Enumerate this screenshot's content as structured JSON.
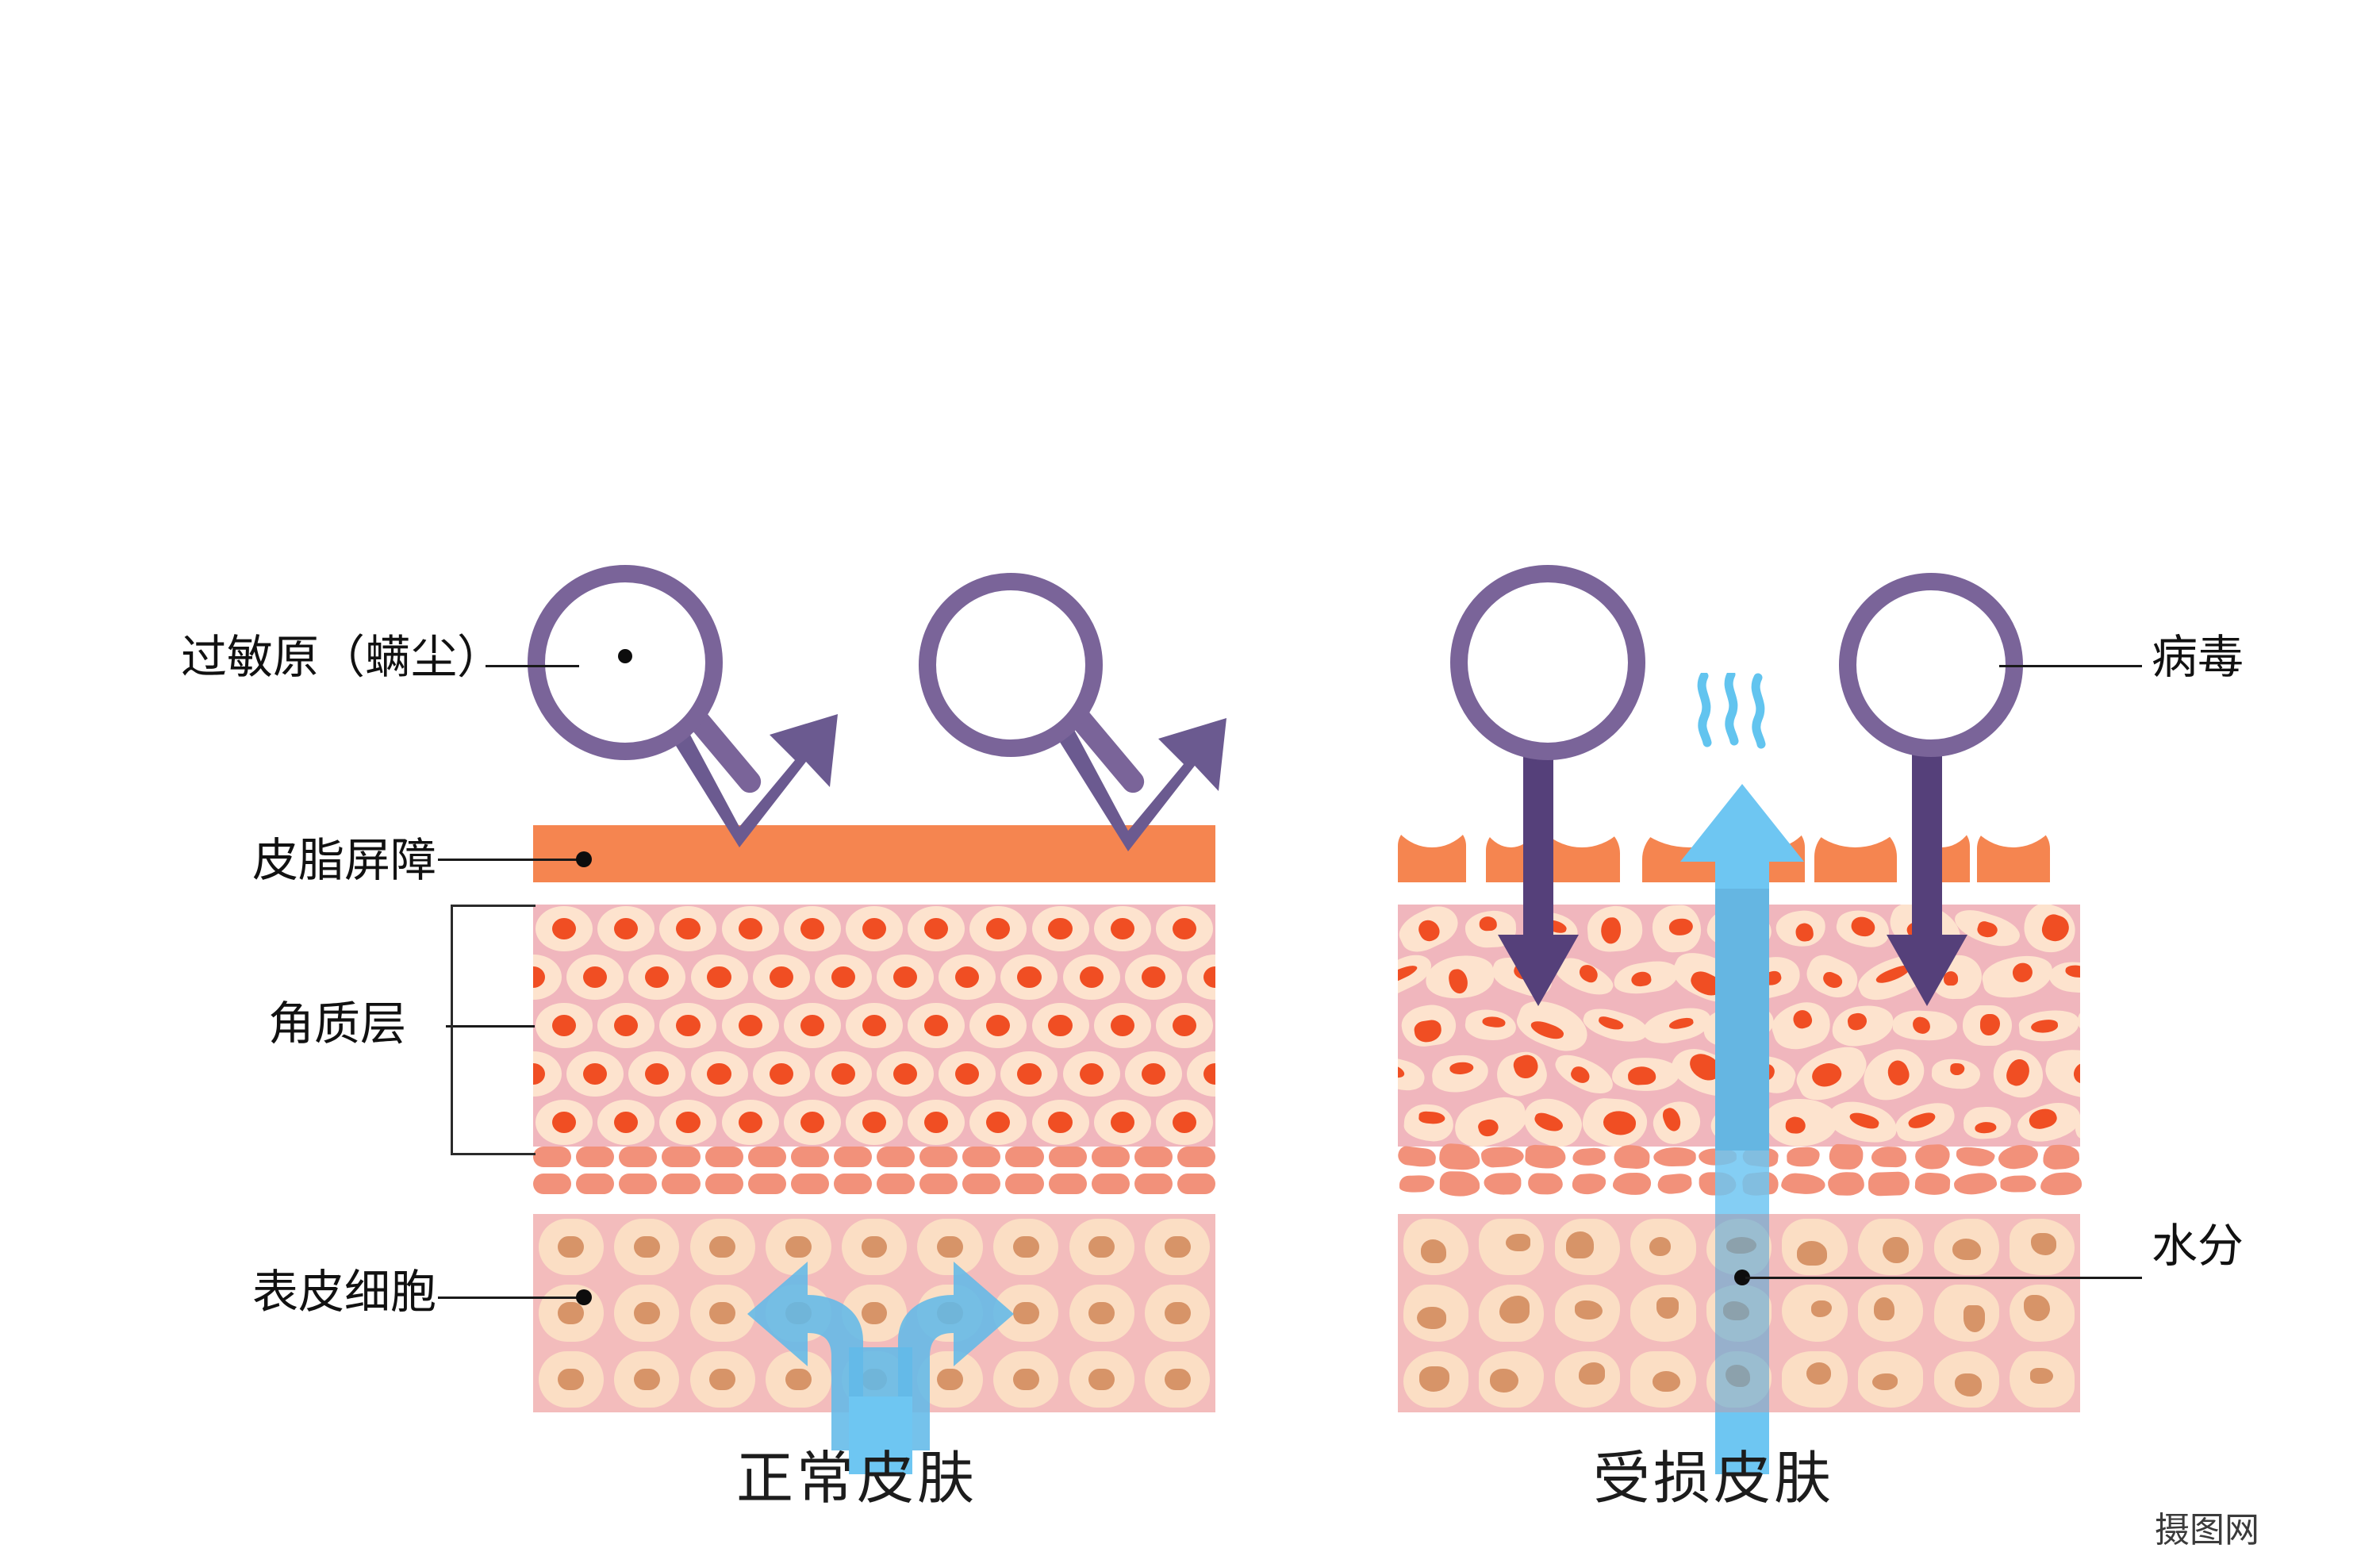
{
  "diagram": {
    "title_left": "正常皮肤",
    "title_right": "受损皮肤",
    "labels": {
      "allergen": "过敏原（螨尘）",
      "sebum_barrier": "皮脂屏障",
      "stratum_corneum": "角质层",
      "epidermal_cells": "表皮细胞",
      "virus": "病毒",
      "moisture": "水分"
    },
    "icons": {
      "mite": "dust-mite-icon",
      "virus": "virus-icon",
      "magnifier": "magnifier-icon",
      "water_arrow": "water-arrow-icon",
      "steam": "steam-icon",
      "bounce_arrow": "deflected-arrow-icon",
      "penetrate_arrow": "penetrating-arrow-icon"
    },
    "watermark": "摄图网",
    "colors": {
      "sebum": "#f58550",
      "corneum_bg": "#f0b6bd",
      "corneum_cell": "#fde3ce",
      "corneum_nucleus": "#f04e23",
      "granular": "#f2917a",
      "epidermis_bg": "#f3bcbc",
      "epidermis_cell": "#fbdec4",
      "epidermis_nucleus": "#d79468",
      "water": "#62b9e8",
      "purple": "#7a6499",
      "arrow_purple": "#55407a",
      "mite_body": "#7a4a2b",
      "virus_body": "#5e3317",
      "text": "#1a1a1a"
    }
  }
}
